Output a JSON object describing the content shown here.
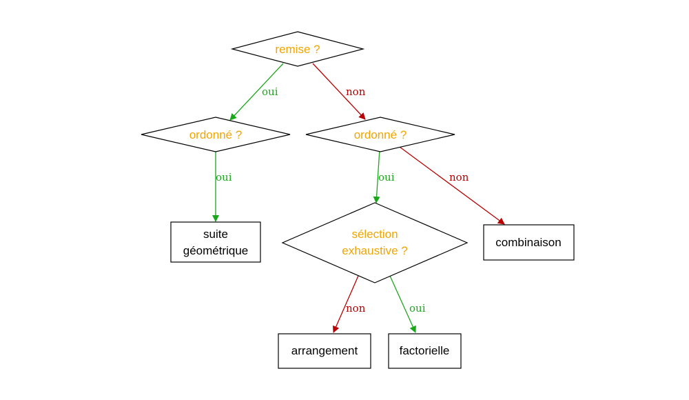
{
  "colors": {
    "question": "#f2a500",
    "yes": "#1aa81a",
    "no": "#b80000",
    "outline": "#000000"
  },
  "nodes": {
    "remise": {
      "lines": [
        "remise ?"
      ]
    },
    "ordonne_left": {
      "lines": [
        "ordonné ?"
      ]
    },
    "ordonne_right": {
      "lines": [
        "ordonné ?"
      ]
    },
    "selection": {
      "lines": [
        "sélection",
        "exhaustive ?"
      ]
    },
    "suite": {
      "lines": [
        "suite",
        "géométrique"
      ]
    },
    "combinaison": {
      "lines": [
        "combinaison"
      ]
    },
    "arrangement": {
      "lines": [
        "arrangement"
      ]
    },
    "factorielle": {
      "lines": [
        "factorielle"
      ]
    }
  },
  "edges": {
    "remise_oui": "oui",
    "remise_non": "non",
    "ordL_oui": "oui",
    "ordR_oui": "oui",
    "ordR_non": "non",
    "sel_non": "non",
    "sel_oui": "oui"
  }
}
